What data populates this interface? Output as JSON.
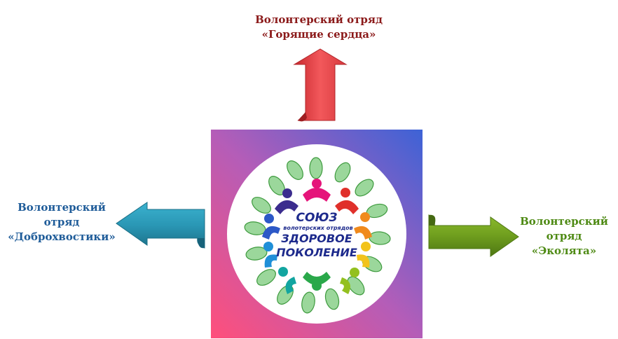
{
  "top_unit": {
    "line1": "Волонтерский отряд",
    "line2": "«Горящие сердца»",
    "color": "#8B1A1A",
    "arrow_color": "#E9474A"
  },
  "left_unit": {
    "line1": "Волонтерский",
    "line2": "отряд",
    "line3": "«Доброхвостики»",
    "color": "#1F5C99",
    "arrow_color": "#2A97B5"
  },
  "right_unit": {
    "line1": "Волонтерский",
    "line2": "отряд",
    "line3": "«Эколята»",
    "color": "#4E8A14",
    "arrow_color": "#6F9E1E"
  },
  "emblem": {
    "line1": "СОЮЗ",
    "line2": "волотерских отрядов",
    "line3": "ЗДОРОВОЕ",
    "line4": "ПОКОЛЕНИЕ",
    "text_color": "#1D2A8C"
  }
}
